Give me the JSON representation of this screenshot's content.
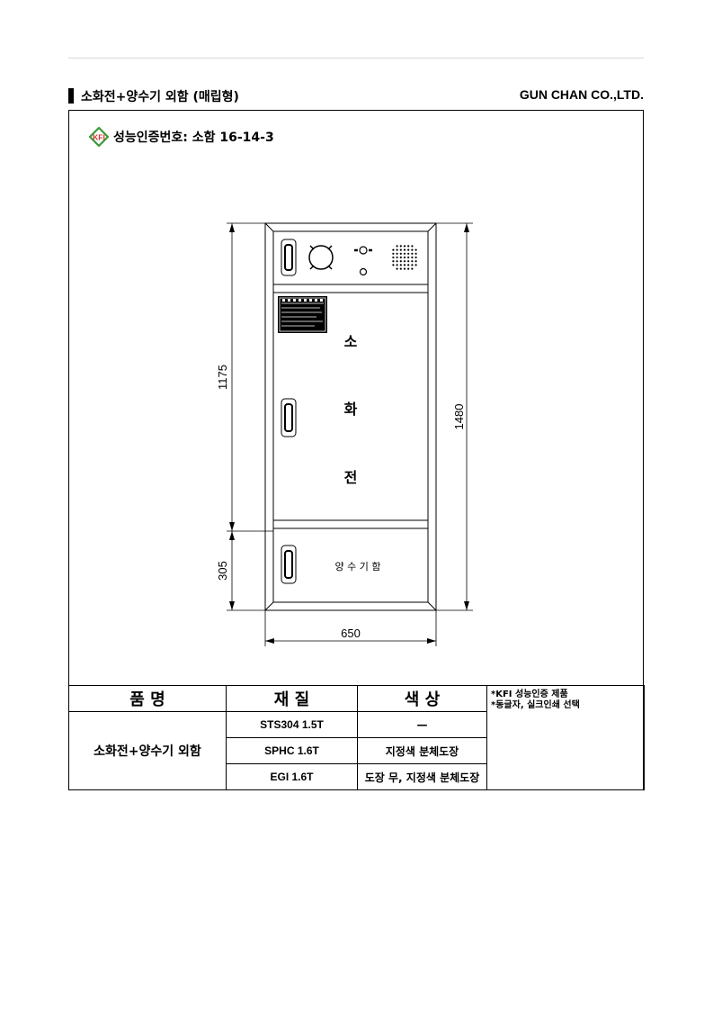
{
  "header": {
    "title": "소화전+양수기 외함 (매립형)",
    "company": "GUN CHAN CO.,LTD."
  },
  "certification": {
    "badge": "KFI",
    "text": "성능인증번호: 소함 16-14-3"
  },
  "drawing": {
    "dimensions": {
      "upper_height": "1175",
      "lower_height": "305",
      "total_height": "1480",
      "width": "650"
    },
    "body_chars": [
      "소",
      "화",
      "전"
    ],
    "lower_label": "양 수 기 함"
  },
  "spec_table": {
    "headers": [
      "품  명",
      "재  질",
      "색  상"
    ],
    "product": "소화전+양수기 외함",
    "rows": [
      {
        "material": "STS304 1.5T",
        "color": "—"
      },
      {
        "material": "SPHC 1.6T",
        "color": "지정색 분체도장"
      },
      {
        "material": "EGI 1.6T",
        "color": "도장 무, 지정색 분체도장"
      }
    ],
    "notes": [
      "*KFI 성능인증 제품",
      "*동글자, 실크인쇄 선택"
    ]
  },
  "colors": {
    "kfi_green": "#3a9a3a",
    "kfi_red": "#d0342c",
    "line": "#000000"
  }
}
